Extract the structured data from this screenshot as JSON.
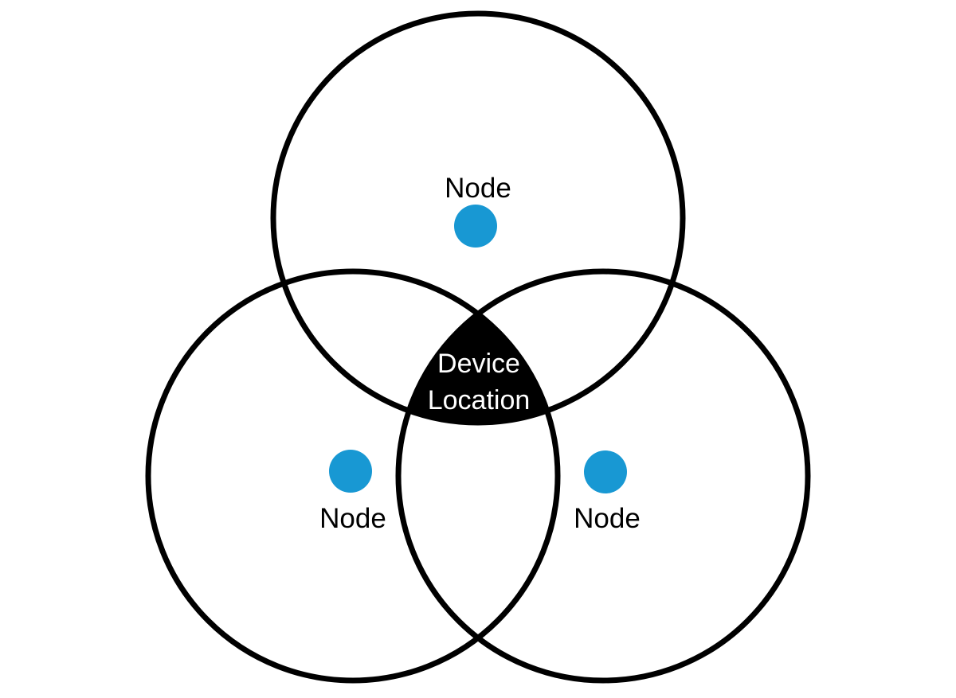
{
  "diagram": {
    "type": "trilateration-venn",
    "background": "#ffffff",
    "circle_stroke_color": "#000000",
    "intersection_fill": "#000000",
    "node_dot_color": "#1898D3",
    "node_label_color": "#000000",
    "center_label_color": "#ffffff",
    "nodes": [
      {
        "id": "top",
        "label": "Node"
      },
      {
        "id": "left",
        "label": "Node"
      },
      {
        "id": "right",
        "label": "Node"
      }
    ],
    "center_label": {
      "line1": "Device",
      "line2": "Location"
    }
  }
}
